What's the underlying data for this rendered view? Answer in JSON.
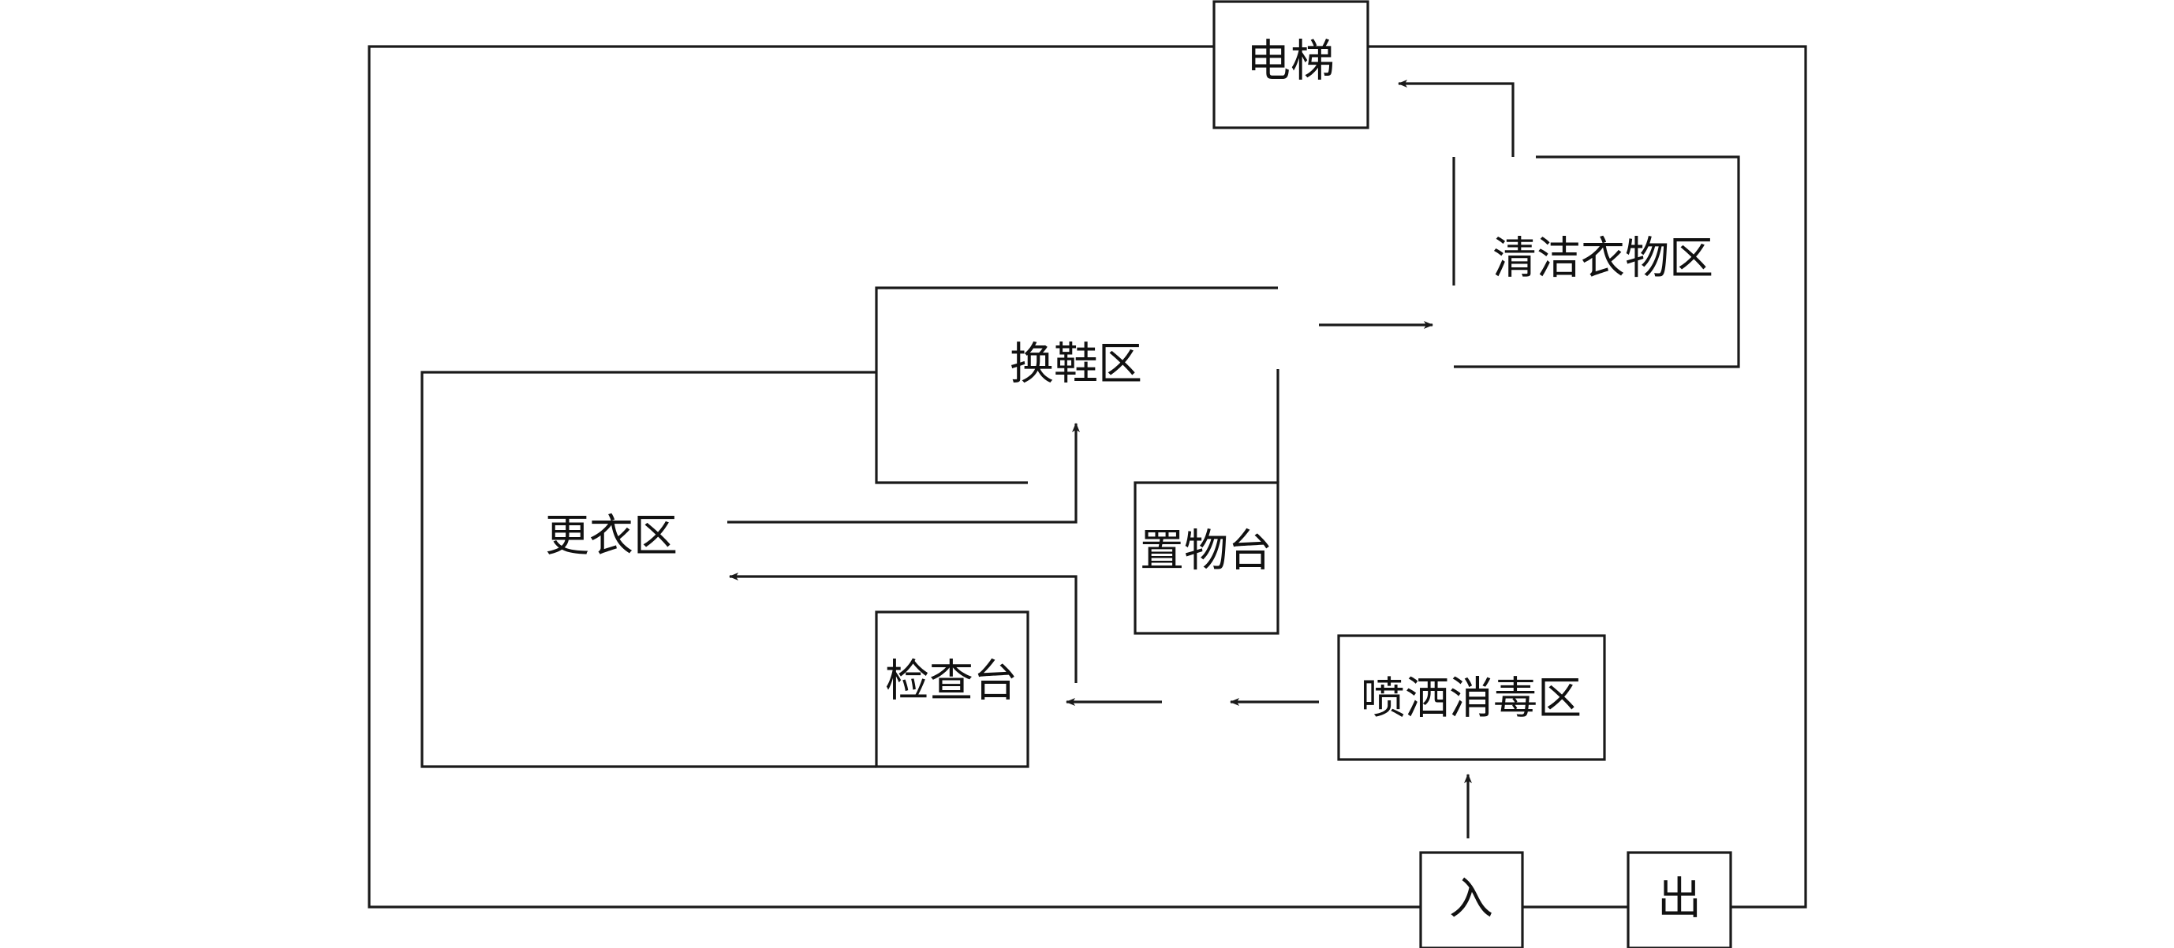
{
  "diagram": {
    "labels": {
      "elevator": "电梯",
      "clean_clothes_area": "清洁衣物区",
      "shoe_change_area": "换鞋区",
      "changing_area": "更衣区",
      "storage_table": "置物台",
      "inspection_table": "检查台",
      "spray_disinfection_area": "喷洒消毒区",
      "entrance": "入",
      "exit": "出"
    },
    "flow": [
      "入",
      "喷洒消毒区",
      "检查台",
      "更衣区",
      "换鞋区",
      "清洁衣物区",
      "电梯"
    ]
  }
}
